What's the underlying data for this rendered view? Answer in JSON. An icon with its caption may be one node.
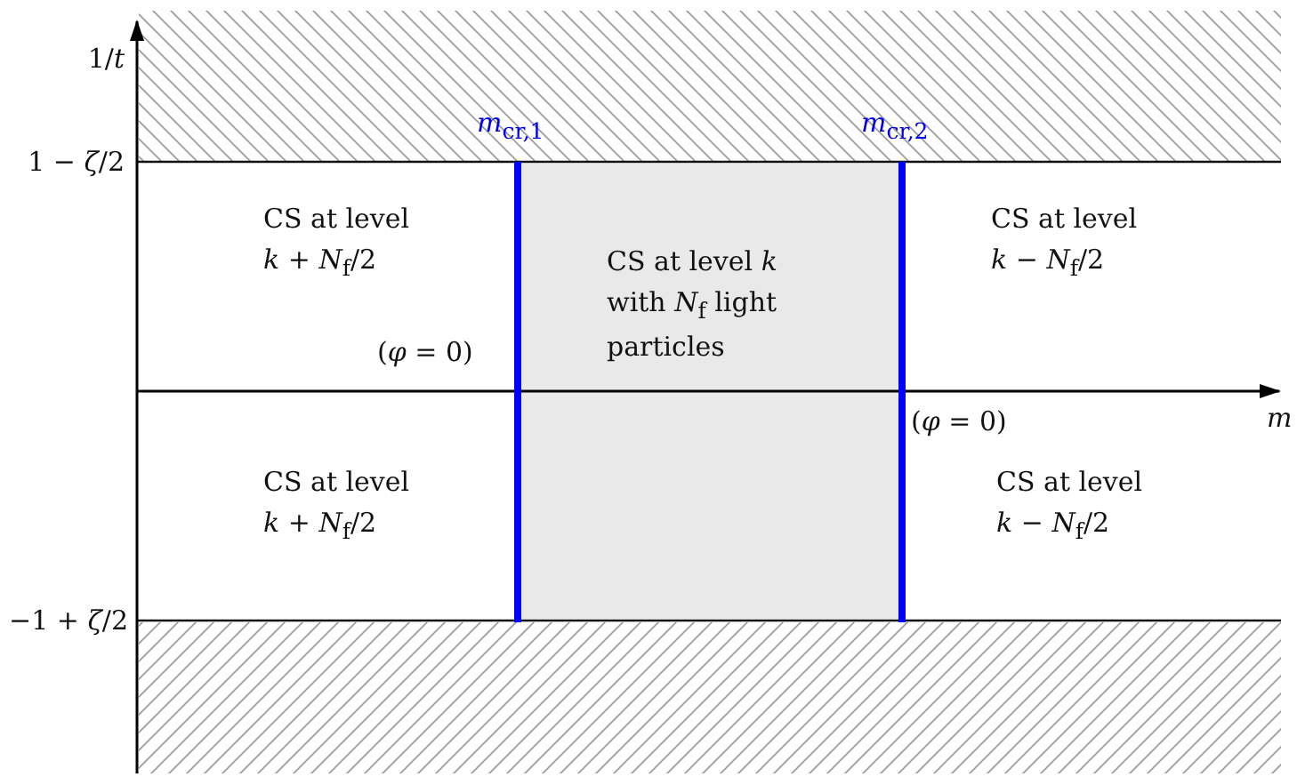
{
  "diagram": {
    "nodes": [
      {
        "text": [
          "CS at level *k* with *N*$_{f}$ light particles"
        ]
      }
    ],
    "labels": [
      "1/*t*",
      "*m*$_{cr,1}$",
      "*m*$_{cr,2}$",
      "1 − *ζ*/2",
      "CS at level *k* + *N*$_{f}$/2",
      "CS at level *k* − *N*$_{f}$/2",
      "(*φ* = 0)",
      "*m*",
      "(*φ* = 0)",
      "CS at level *k* + *N*$_{f}$/2",
      "CS at level *k* − *N*$_{f}$/2",
      "−1 + *ζ*/2"
    ]
  }
}
